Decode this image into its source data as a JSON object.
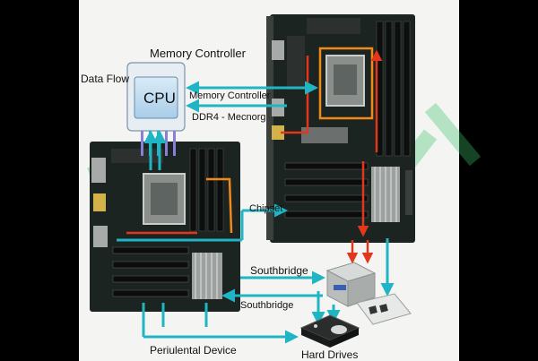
{
  "labels": {
    "memory_controller_title": "Memory Controller",
    "data_flow": "Data Flow",
    "cpu": "CPU",
    "memory_controller_arrow": "Memory Controller",
    "ddr4": "DDR4 - Mecnorg",
    "chipset": "Chipset",
    "southbridge_1": "Southbridge",
    "southbridge_2": "Southbridge",
    "peripheral_device": "Periulental Device",
    "hard_drives": "Hard Drives"
  },
  "colors": {
    "flow_arrow": "#1fb5c4",
    "power_line": "#e2361d",
    "socket_outline": "#f08a1a",
    "board": "#1c2421",
    "cpu_box": "#b9d8ee",
    "watermark": "#3cc46a"
  }
}
